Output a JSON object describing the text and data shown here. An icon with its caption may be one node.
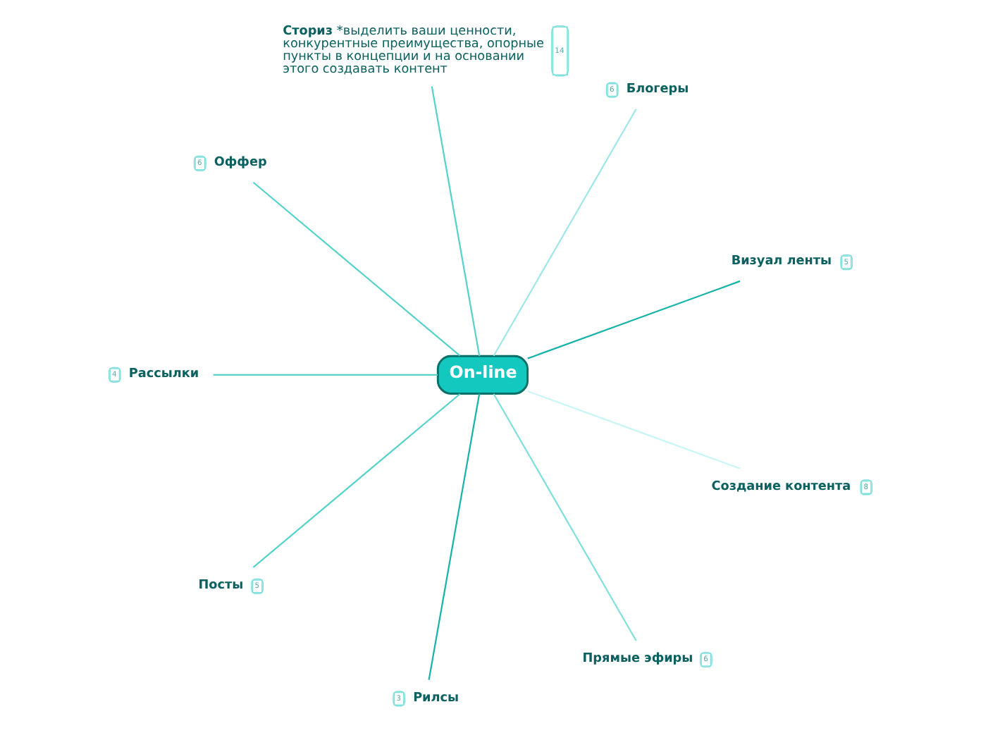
{
  "diagram": {
    "nodes": [
      {
        "text": [
          "On-line"
        ]
      },
      {
        "text": [
          "Визуал ленты",
          "5"
        ]
      },
      {
        "text": [
          "6",
          "Блогеры"
        ]
      },
      {
        "text": [
          "**Сториз** *выделить ваши ценности, конкурентные преимущества, опорные пункты в концепции и на основании этого создавать контент",
          "14"
        ]
      },
      {
        "text": [
          "6",
          "Оффер"
        ]
      },
      {
        "text": [
          "4",
          "Рассылки"
        ]
      },
      {
        "text": [
          "Посты",
          "5"
        ]
      },
      {
        "text": [
          "3",
          "Рилсы"
        ]
      },
      {
        "text": [
          "Прямые эфиры",
          "6"
        ]
      },
      {
        "text": [
          "Создание контента",
          "8"
        ]
      }
    ],
    "edges": [
      {
        "from": 0,
        "to": 1,
        "arrow": "none",
        "color": "#17b3a8"
      },
      {
        "from": 0,
        "to": 2,
        "arrow": "none",
        "color": "#9fe6e8"
      },
      {
        "from": 0,
        "to": 3,
        "arrow": "none"
      },
      {
        "from": 0,
        "to": 4,
        "arrow": "none"
      },
      {
        "from": 0,
        "to": 5,
        "arrow": "none"
      },
      {
        "from": 0,
        "to": 6,
        "arrow": "none"
      },
      {
        "from": 0,
        "to": 7,
        "arrow": "none",
        "color": "#17b3a8"
      },
      {
        "from": 0,
        "to": 8,
        "arrow": "none",
        "color": "#7fe0dc"
      },
      {
        "from": 0,
        "to": 9,
        "arrow": "none",
        "color": "#c8f5f5"
      }
    ]
  }
}
